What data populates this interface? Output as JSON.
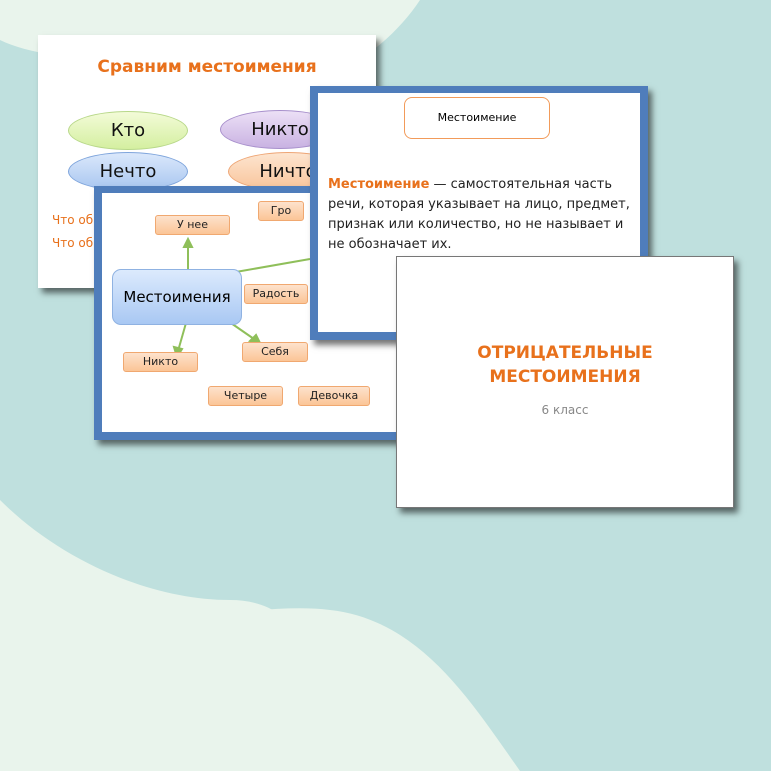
{
  "colors": {
    "background": "#e9f4ec",
    "blob": "#bfe0de",
    "accent": "#e8711c",
    "frame": "#4f7dbb"
  },
  "slide1": {
    "title": "Сравним местоимения",
    "ovals": [
      "Кто",
      "Никто",
      "Нечто",
      "Ничто"
    ],
    "lines": [
      "Что об",
      "Что об"
    ]
  },
  "slide2": {
    "center": "Местоимения",
    "tags": [
      "У нее",
      "Гро",
      "Радость",
      "Никто",
      "Себя",
      "Четыре",
      "Девочка"
    ]
  },
  "slide3": {
    "box": "Местоимение",
    "term": "Местоимение",
    "definition": " — самостоятельная часть речи, которая указывает на лицо, предмет, признак или количество, но не называет и не обозначает их."
  },
  "slide4": {
    "title_line1": "ОТРИЦАТЕЛЬНЫЕ",
    "title_line2": "МЕСТОИМЕНИЯ",
    "subtitle": "6 класс"
  }
}
